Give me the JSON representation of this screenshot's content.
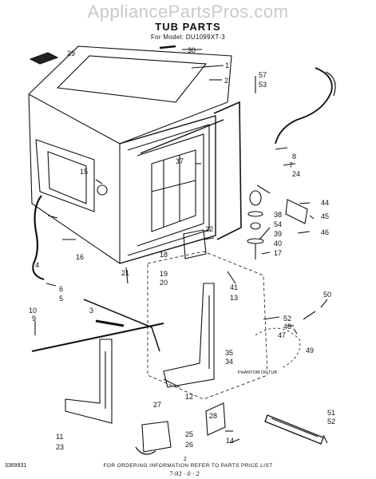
{
  "watermark": "AppliancePartsPros.com",
  "title": "TUB PARTS",
  "subtitle": "For Model: DU1099XT-3",
  "footer": "FOR ORDERING INFORMATION REFER TO PARTS PRICE LIST",
  "doc_number": "3369931",
  "page_number": "2",
  "hand_note": "7-93 · 0 · 2",
  "phantom_label": "PHANTOM OF TUB",
  "callouts": [
    "1",
    "2",
    "3",
    "4",
    "5",
    "6",
    "7",
    "8",
    "9",
    "10",
    "11",
    "12",
    "13",
    "14",
    "15",
    "16",
    "17",
    "18",
    "19",
    "20",
    "21",
    "22",
    "23",
    "24",
    "25",
    "26",
    "27",
    "28",
    "29",
    "30",
    "34",
    "35",
    "37",
    "38",
    "39",
    "40",
    "41",
    "44",
    "45",
    "46",
    "47",
    "48",
    "49",
    "50",
    "51",
    "52",
    "53",
    "54",
    "57"
  ]
}
